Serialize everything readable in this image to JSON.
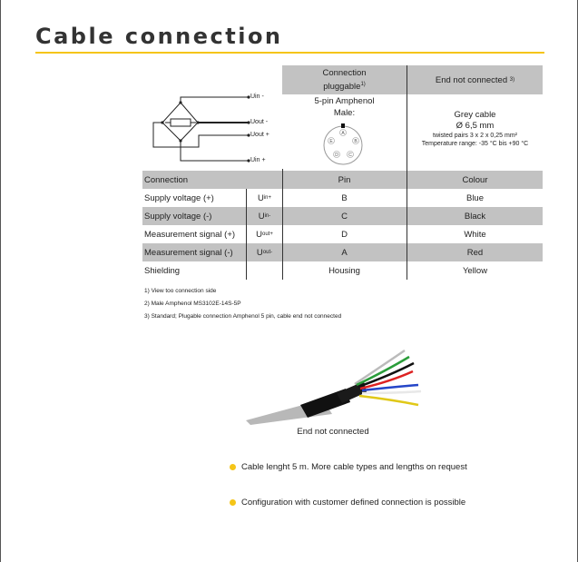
{
  "title": "Cable connection",
  "diagram": {
    "labels": [
      "Uin -",
      "Uout -",
      "Uout +",
      "Uin +"
    ]
  },
  "header": {
    "pluggable_line1": "Connection",
    "pluggable_line2": "pluggable",
    "pluggable_note": "1)",
    "end": "End not connected",
    "end_note": "3)"
  },
  "pluggable": {
    "connector": "5-pin Amphenol",
    "gender": "Male:",
    "pins": [
      "A",
      "B",
      "C",
      "D",
      "E"
    ]
  },
  "end_info": {
    "cable": "Grey cable",
    "diameter": "Ø 6,5 mm",
    "pairs": "twisted pairs 3 x 2 x 0,25 mm²",
    "temp": "Temperature range: -35 °C bis +90 °C"
  },
  "table": {
    "headers": [
      "Connection",
      "Pin",
      "Colour"
    ],
    "rows": [
      {
        "connection": "Supply voltage (+)",
        "sym": "U",
        "sub": "in+",
        "pin": "B",
        "colour": "Blue"
      },
      {
        "connection": "Supply voltage (-)",
        "sym": "U",
        "sub": "in-",
        "pin": "C",
        "colour": "Black"
      },
      {
        "connection": "Measurement signal (+)",
        "sym": "U",
        "sub": "out+",
        "pin": "D",
        "colour": "White"
      },
      {
        "connection": "Measurement signal (-)",
        "sym": "U",
        "sub": "out-",
        "pin": "A",
        "colour": "Red"
      },
      {
        "connection": "Shielding",
        "sym": "",
        "sub": "",
        "pin": "Housing",
        "colour": "Yellow"
      }
    ]
  },
  "notes": [
    "1) View too connection side",
    "2) Male Amphenol MS3102E-14S-5P",
    "3) Standard; Plugable connection Amphenol 5 pin, cable end not connected"
  ],
  "cable_caption": "End not connected",
  "bullets": [
    "Cable lenght 5 m. More cable types and lengths on request",
    "Configuration with customer defined connection is possible"
  ],
  "colors": {
    "accent": "#f5c518",
    "header_gray": "#c2c2c2"
  }
}
